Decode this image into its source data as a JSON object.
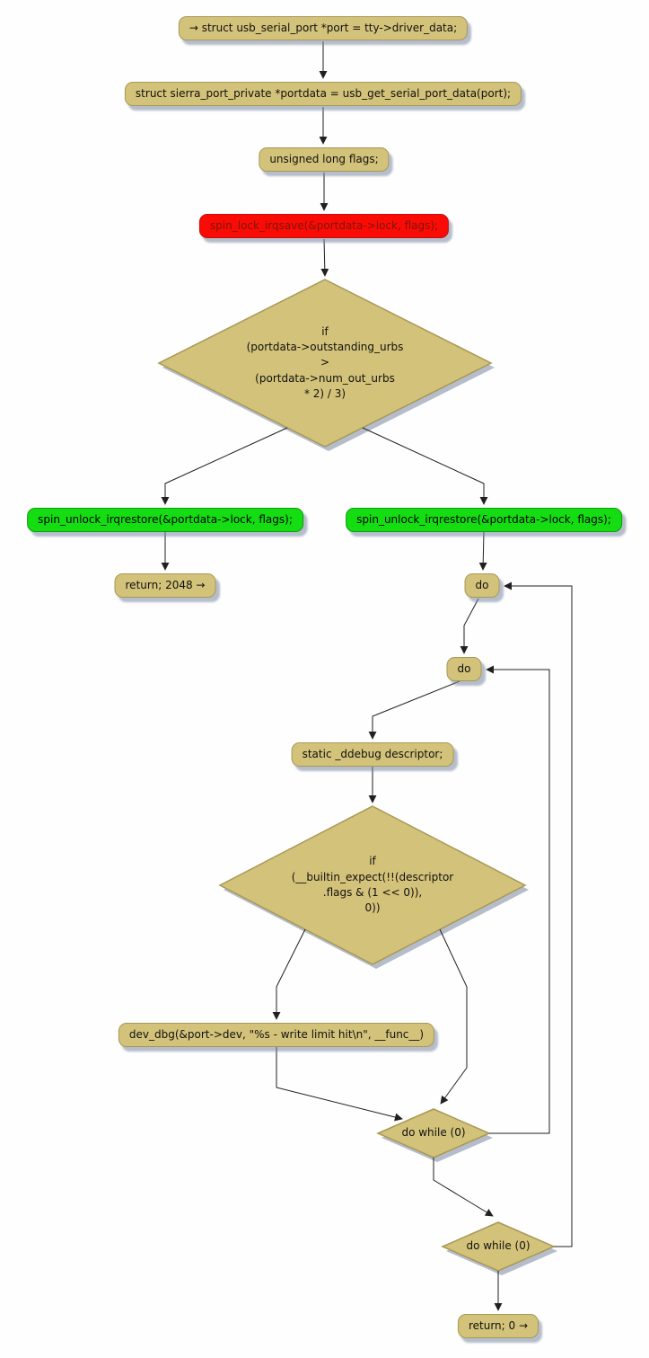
{
  "diagram": {
    "title": "sierra write_room flowchart",
    "colors": {
      "node_fill": "#d3c279",
      "node_border": "#a89858",
      "red_fill": "#fa0b06",
      "red_text": "#7c1708",
      "green_fill": "#14dd12",
      "green_border": "#0a9d0a",
      "edge": "#202020",
      "shadow": "#7887a0",
      "background": "#fefefe"
    },
    "nodes": {
      "n1": {
        "label": "→ struct usb_serial_port *port = tty->driver_data;"
      },
      "n2": {
        "label": "struct sierra_port_private *portdata = usb_get_serial_port_data(port);"
      },
      "n3": {
        "label": "unsigned long flags;"
      },
      "n4": {
        "label": "spin_lock_irqsave(&portdata->lock, flags);"
      },
      "d1": {
        "label": "if\n(portdata->outstanding_urbs\n>\n(portdata->num_out_urbs\n* 2) / 3)"
      },
      "g1": {
        "label": "spin_unlock_irqrestore(&portdata->lock, flags);"
      },
      "g2": {
        "label": "spin_unlock_irqrestore(&portdata->lock, flags);"
      },
      "n5": {
        "label": "return; 2048 →"
      },
      "do1": {
        "label": "do"
      },
      "do2": {
        "label": "do"
      },
      "n6": {
        "label": "static _ddebug descriptor;"
      },
      "d2": {
        "label": "if\n(__builtin_expect(!!(descriptor\n.flags & (1 << 0)),\n0))"
      },
      "n7": {
        "label": "dev_dbg(&port->dev, \"%s - write limit hit\\n\", __func__)"
      },
      "dw1": {
        "label": "do while (0)"
      },
      "dw2": {
        "label": "do while (0)"
      },
      "n8": {
        "label": "return; 0 →"
      }
    }
  }
}
